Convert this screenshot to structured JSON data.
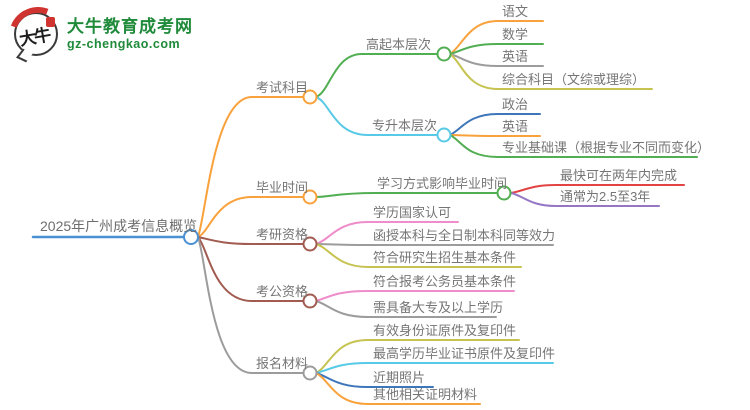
{
  "logo": {
    "icon_text": "大牛",
    "brand": "大牛教育成考网",
    "domain": "gz-chengkao.com"
  },
  "palette": {
    "root_blue": "#4a90d2",
    "orange": "#f9a13b",
    "green": "#52ae52",
    "cyan": "#58c9e6",
    "gray": "#9c9c9c",
    "olive": "#c6c351",
    "brown": "#a15b50",
    "pink": "#ef8cca",
    "blue": "#3e76ba",
    "red": "#e24444",
    "purple": "#9476c5",
    "text_gray": "#757575",
    "logo_green": "#1f8a3a"
  },
  "mindmap": {
    "root": {
      "label": "2025年广州成考信息概览"
    },
    "branches": [
      {
        "label": "考试科目",
        "children": [
          {
            "label": "高起本层次",
            "children": [
              {
                "label": "语文"
              },
              {
                "label": "数学"
              },
              {
                "label": "英语"
              },
              {
                "label": "综合科目（文综或理综）"
              }
            ]
          },
          {
            "label": "专升本层次",
            "children": [
              {
                "label": "政治"
              },
              {
                "label": "英语"
              },
              {
                "label": "专业基础课（根据专业不同而变化）"
              }
            ]
          }
        ]
      },
      {
        "label": "毕业时间",
        "children": [
          {
            "label": "学习方式影响毕业时间",
            "children": [
              {
                "label": "最快可在两年内完成"
              },
              {
                "label": "通常为2.5至3年"
              }
            ]
          }
        ]
      },
      {
        "label": "考研资格",
        "children": [
          {
            "label": "学历国家认可"
          },
          {
            "label": "函授本科与全日制本科同等效力"
          },
          {
            "label": "符合研究生招生基本条件"
          }
        ]
      },
      {
        "label": "考公资格",
        "children": [
          {
            "label": "符合报考公务员基本条件"
          },
          {
            "label": "需具备大专及以上学历"
          }
        ]
      },
      {
        "label": "报名材料",
        "children": [
          {
            "label": "有效身份证原件及复印件"
          },
          {
            "label": "最高学历毕业证书原件及复印件"
          },
          {
            "label": "近期照片"
          },
          {
            "label": "其他相关证明材料"
          }
        ]
      }
    ]
  }
}
